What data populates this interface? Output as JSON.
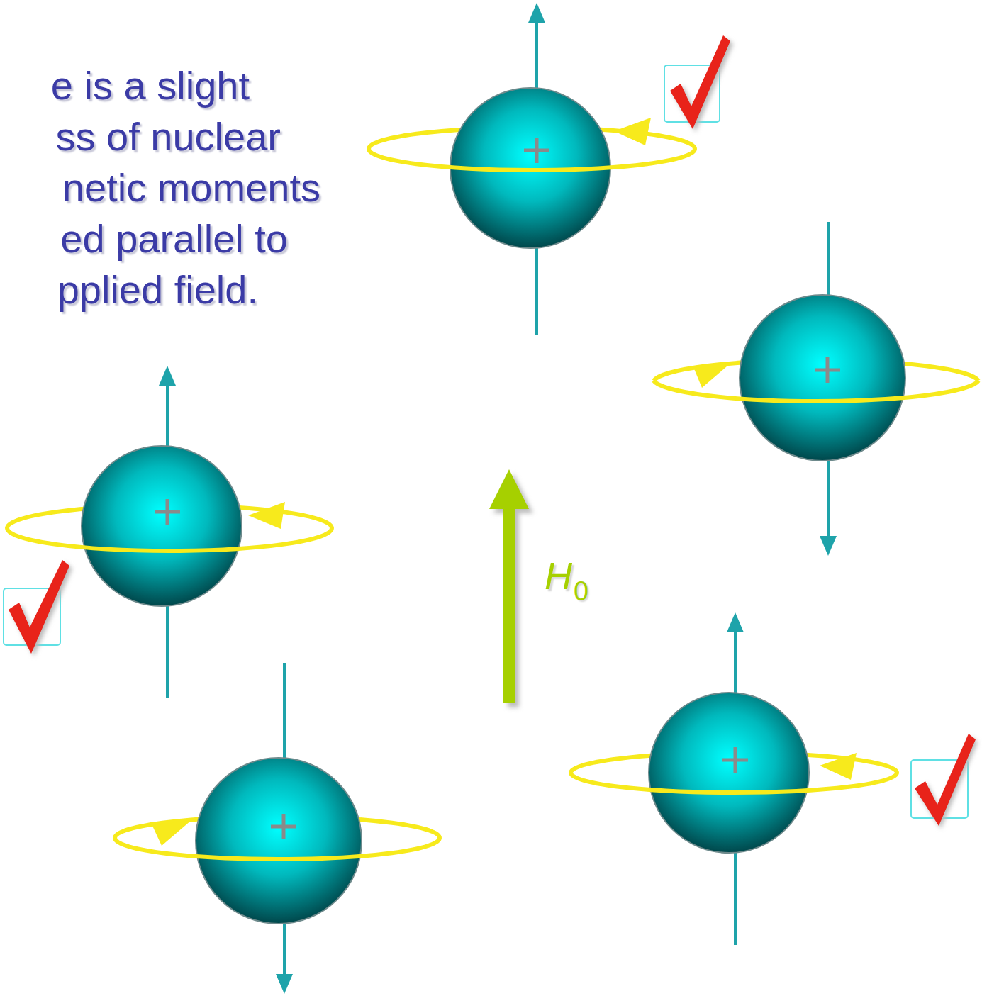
{
  "diagram": {
    "labels": [
      "e is a slight",
      "ss of nuclear",
      "netic moments",
      "ed parallel to",
      "pplied field.",
      "H",
      "0"
    ]
  }
}
